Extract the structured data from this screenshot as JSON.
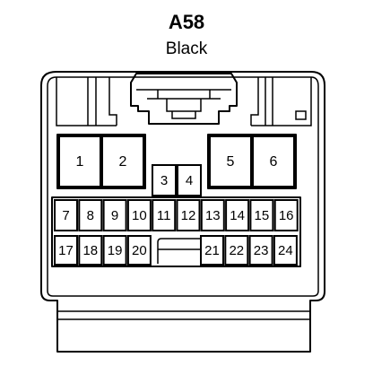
{
  "connector": {
    "id": "A58",
    "color": "Black"
  },
  "pins": [
    "1",
    "2",
    "3",
    "4",
    "5",
    "6",
    "7",
    "8",
    "9",
    "10",
    "11",
    "12",
    "13",
    "14",
    "15",
    "16",
    "17",
    "18",
    "19",
    "20",
    "21",
    "22",
    "23",
    "24"
  ]
}
